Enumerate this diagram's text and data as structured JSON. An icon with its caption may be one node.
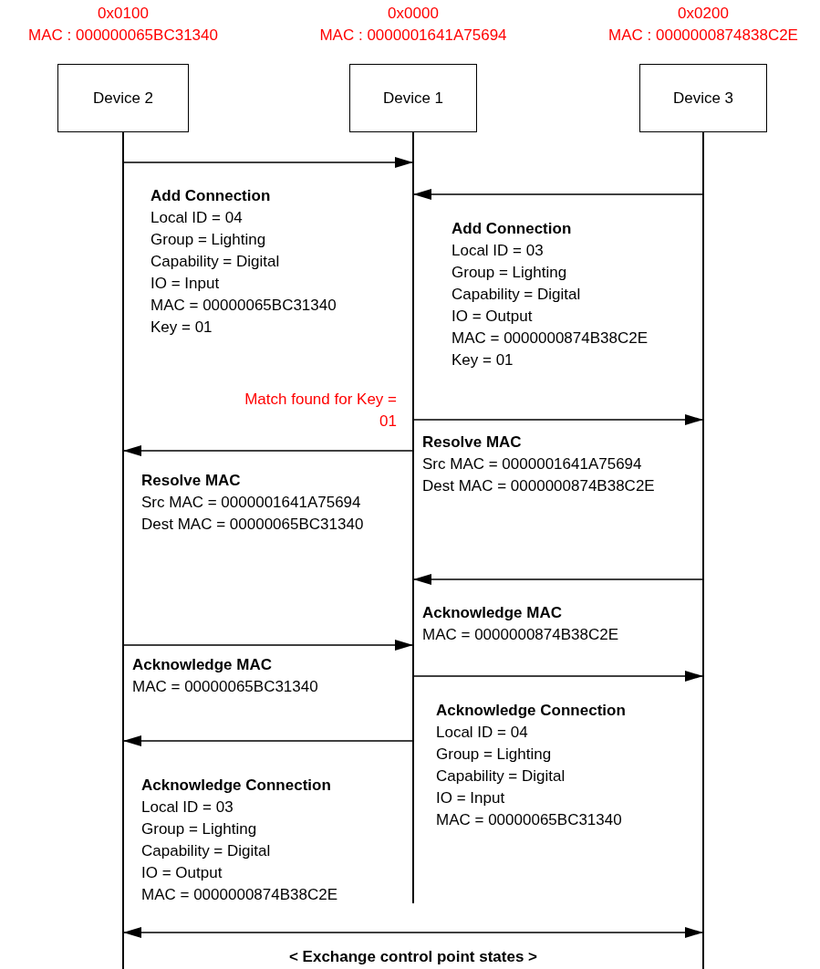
{
  "diagram": {
    "nodes": [
      {
        "text": [
          "Device 2"
        ],
        "beside": [
          "0x0100",
          "MAC : 000000065BC31340"
        ]
      },
      {
        "text": [
          "Device 1"
        ],
        "beside": [
          "0x0000",
          "MAC : 0000001641A75694"
        ]
      },
      {
        "text": [
          "Device 3"
        ],
        "beside": [
          "0x0200",
          "MAC : 0000000874838C2E"
        ]
      }
    ],
    "edges": [
      {
        "from": 0,
        "to": 1,
        "arrow": "to",
        "label": "Add Connection"
      },
      {
        "from": 2,
        "to": 1,
        "arrow": "to",
        "label": "Add Connection"
      },
      {
        "from": 1,
        "to": 2,
        "arrow": "to",
        "label": "Resolve MAC"
      },
      {
        "from": 1,
        "to": 0,
        "arrow": "to",
        "label": "Resolve MAC"
      },
      {
        "from": 2,
        "to": 1,
        "arrow": "to",
        "label": "Acknowledge  MAC"
      },
      {
        "from": 0,
        "to": 1,
        "arrow": "to",
        "label": "Acknowledge  MAC"
      },
      {
        "from": 1,
        "to": 2,
        "arrow": "to",
        "label": "Acknowledge Connection"
      },
      {
        "from": 1,
        "to": 0,
        "arrow": "to",
        "label": "Acknowledge Connection"
      },
      {
        "from": 0,
        "to": 2,
        "arrow": "both",
        "label": "< Exchange control point states >"
      }
    ],
    "labels": [
      "Local ID = 04",
      "Group = Lighting",
      "Capability = Digital",
      "IO = Input",
      "MAC = 00000065BC31340",
      "Key = 01",
      "Local ID = 03",
      "Group = Lighting",
      "Capability = Digital",
      "IO = Output",
      "MAC = 0000000874B38C2E",
      "Key = 01",
      "Match found for Key = 01",
      "Src MAC = 0000001641A75694",
      "Dest MAC = 0000000874B38C2E",
      "Src MAC = 0000001641A75694",
      "Dest MAC = 00000065BC31340",
      "MAC = 0000000874B38C2E",
      "MAC = 00000065BC31340",
      "Local ID = 04",
      "Group = Lighting",
      "Capability = Digital",
      "IO = Input",
      "MAC = 00000065BC31340",
      "Local ID = 03",
      "Group = Lighting",
      "Capability = Digital",
      "IO = Output",
      "MAC = 0000000874B38C2E"
    ]
  }
}
